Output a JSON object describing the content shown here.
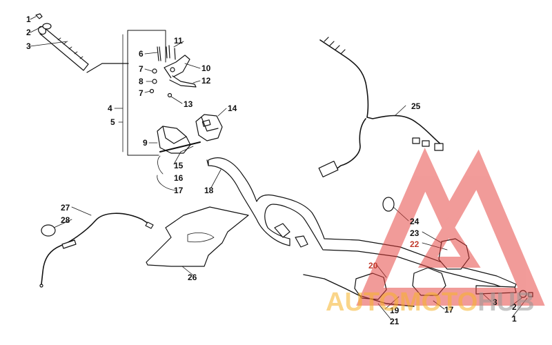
{
  "diagram": {
    "callouts": [
      {
        "id": "c1a",
        "text": "1"
      },
      {
        "id": "c2a",
        "text": "2"
      },
      {
        "id": "c3a",
        "text": "3"
      },
      {
        "id": "c4",
        "text": "4"
      },
      {
        "id": "c5",
        "text": "5"
      },
      {
        "id": "c6",
        "text": "6"
      },
      {
        "id": "c7a",
        "text": "7"
      },
      {
        "id": "c8",
        "text": "8"
      },
      {
        "id": "c7b",
        "text": "7"
      },
      {
        "id": "c9",
        "text": "9"
      },
      {
        "id": "c10",
        "text": "10"
      },
      {
        "id": "c11",
        "text": "11"
      },
      {
        "id": "c12",
        "text": "12"
      },
      {
        "id": "c13",
        "text": "13"
      },
      {
        "id": "c14",
        "text": "14"
      },
      {
        "id": "c15",
        "text": "15"
      },
      {
        "id": "c16",
        "text": "16"
      },
      {
        "id": "c17a",
        "text": "17"
      },
      {
        "id": "c18",
        "text": "18"
      },
      {
        "id": "c19",
        "text": "19"
      },
      {
        "id": "c20",
        "text": "20"
      },
      {
        "id": "c21",
        "text": "21"
      },
      {
        "id": "c22",
        "text": "22"
      },
      {
        "id": "c23",
        "text": "23"
      },
      {
        "id": "c24",
        "text": "24"
      },
      {
        "id": "c25",
        "text": "25"
      },
      {
        "id": "c26",
        "text": "26"
      },
      {
        "id": "c27",
        "text": "27"
      },
      {
        "id": "c28",
        "text": "28"
      },
      {
        "id": "c17b",
        "text": "17"
      },
      {
        "id": "c3b",
        "text": "3"
      },
      {
        "id": "c2b",
        "text": "2"
      },
      {
        "id": "c1b",
        "text": "1"
      }
    ]
  },
  "watermark": {
    "part1": "AUTOMOTO",
    "part2": "HUB",
    "colors": {
      "part1": "#f6b228",
      "part2": "#969696",
      "logo": "#e53935"
    }
  }
}
